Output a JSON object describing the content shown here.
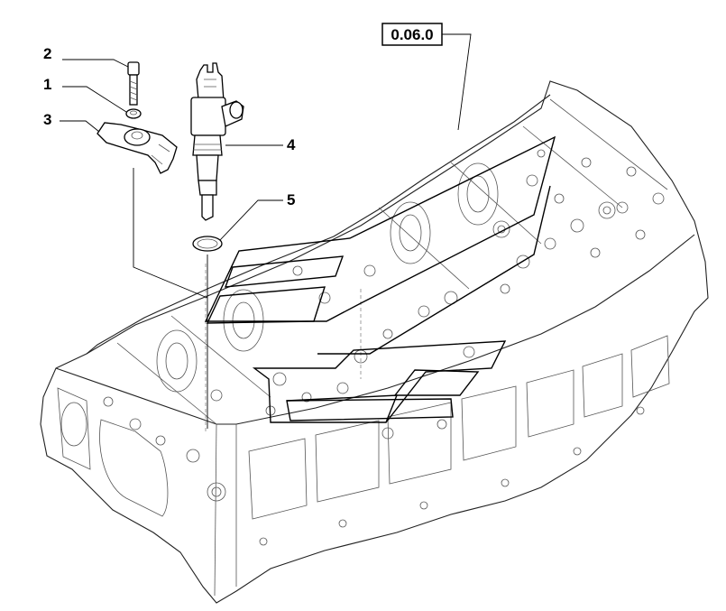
{
  "reference_box": {
    "label": "0.06.0"
  },
  "callouts": [
    {
      "id": "2",
      "label": "2"
    },
    {
      "id": "1",
      "label": "1"
    },
    {
      "id": "3",
      "label": "3"
    },
    {
      "id": "4",
      "label": "4"
    },
    {
      "id": "5",
      "label": "5"
    }
  ],
  "colors": {
    "line": "#000000",
    "background": "#ffffff"
  }
}
